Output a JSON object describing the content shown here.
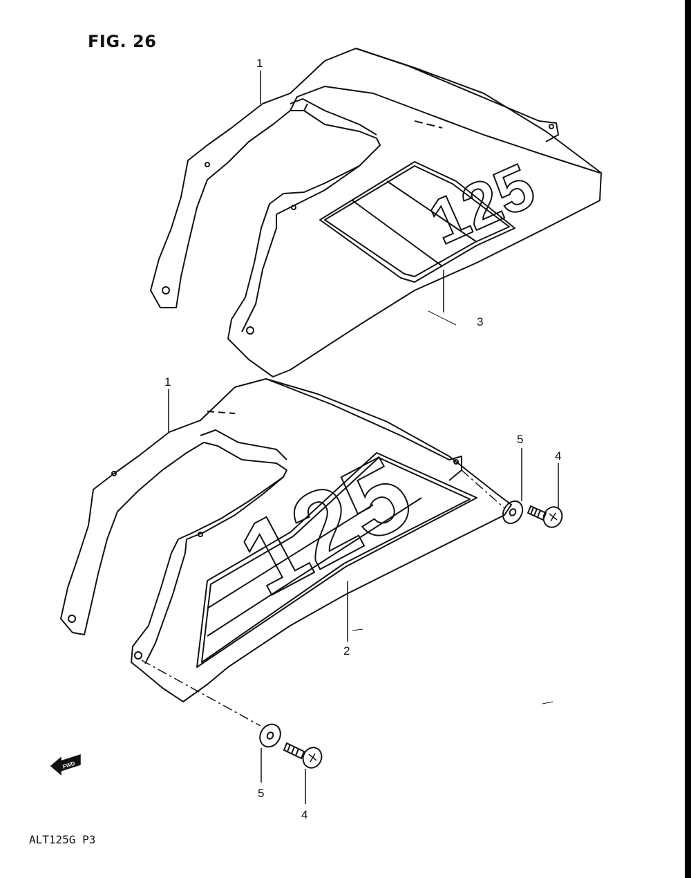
{
  "figure": {
    "title": "FIG. 26",
    "model_code": "ALT125G  P3"
  },
  "callouts": {
    "upper_cover": "1",
    "upper_decal": "3",
    "lower_cover": "1",
    "lower_decal": "2",
    "washer_right": "5",
    "bolt_right": "4",
    "washer_left": "5",
    "bolt_left": "4"
  },
  "decal_number": "125",
  "direction_label": "FWD",
  "colors": {
    "ink": "#111111",
    "background": "#ffffff"
  }
}
